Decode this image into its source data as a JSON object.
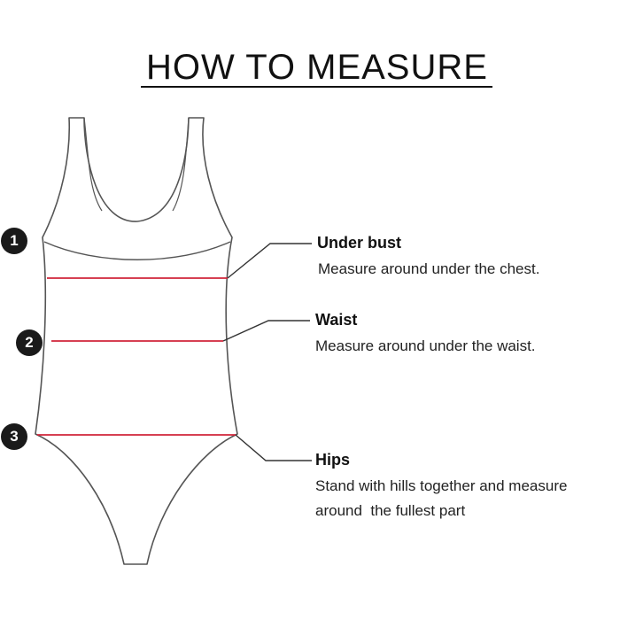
{
  "title": "HOW TO MEASURE",
  "colors": {
    "outline": "#555555",
    "measure_line": "#d1243a",
    "badge": "#1a1a1a",
    "text": "#111111"
  },
  "measurements": [
    {
      "number": "1",
      "label": "Under bust",
      "description": "Measure around under the chest."
    },
    {
      "number": "2",
      "label": "Waist",
      "description": "Measure around under the waist."
    },
    {
      "number": "3",
      "label": "Hips",
      "description_lines": [
        "Stand with hills together and measure",
        "around  the fullest part"
      ]
    }
  ]
}
